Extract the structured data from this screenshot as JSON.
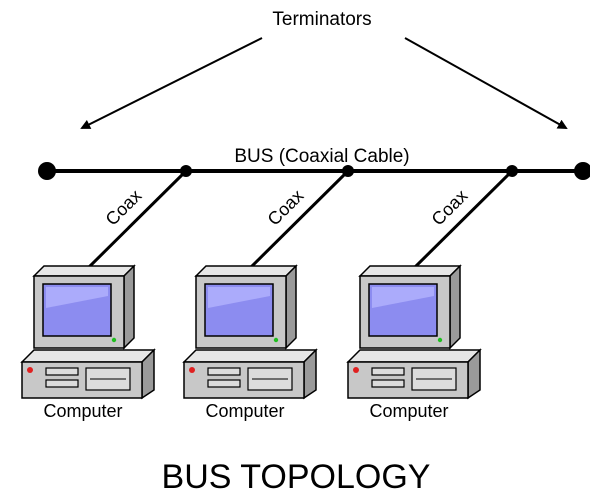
{
  "title": "BUS TOPOLOGY",
  "terminators_label": "Terminators",
  "bus_label": "BUS (Coaxial Cable)",
  "drops": [
    {
      "cable_label": "Coax",
      "device_label": "Computer"
    },
    {
      "cable_label": "Coax",
      "device_label": "Computer"
    },
    {
      "cable_label": "Coax",
      "device_label": "Computer"
    }
  ],
  "colors": {
    "line": "#000000",
    "case": "#c8c8c8",
    "screen": "#8c8cf0",
    "power_led": "#e02020",
    "monitor_led": "#20c020"
  }
}
